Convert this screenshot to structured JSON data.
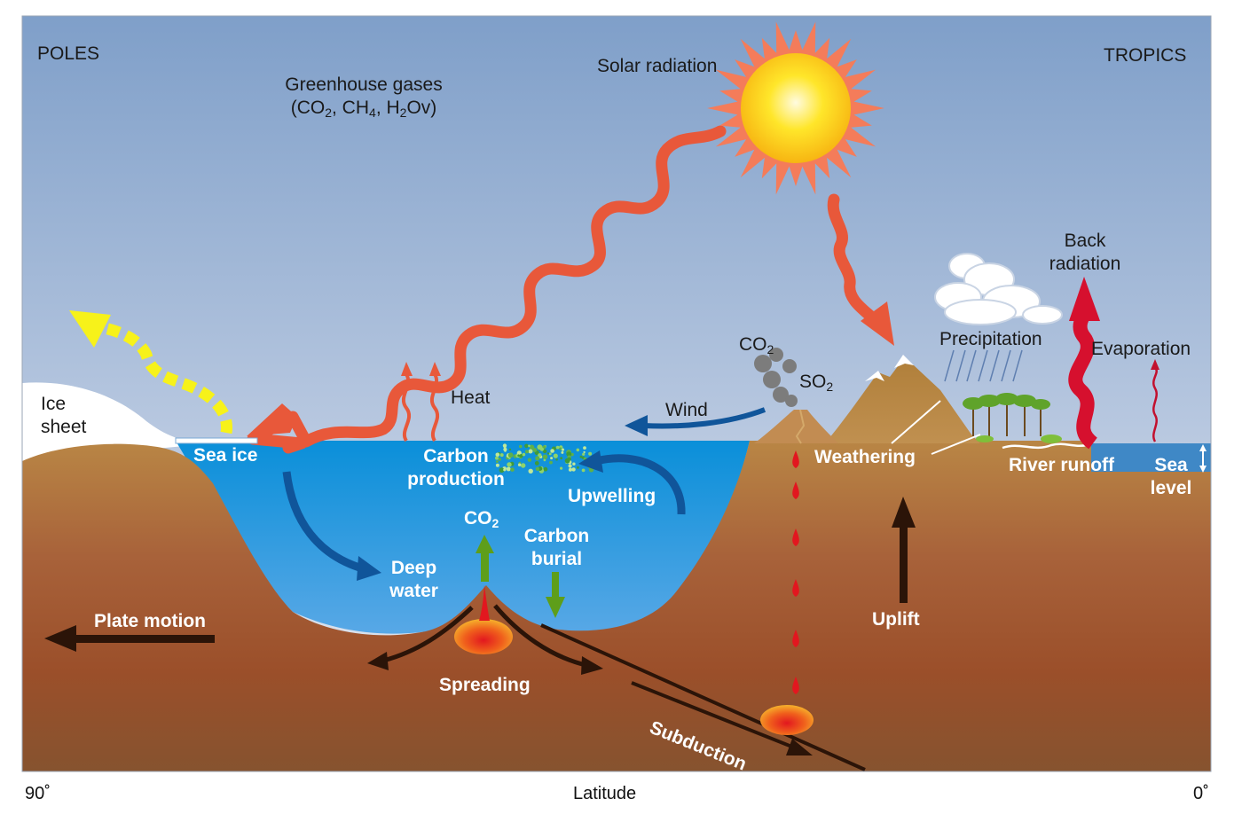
{
  "labels": {
    "poles": "POLES",
    "tropics": "TROPICS",
    "solar_radiation": "Solar radiation",
    "greenhouse_gases": "Greenhouse gases",
    "greenhouse_formula": {
      "open": "(CO",
      "s1": "2",
      "mid1": ", CH",
      "s2": "4",
      "mid2": ", H",
      "s3": "2",
      "end": "Ov)"
    },
    "ice_sheet_1": "Ice",
    "ice_sheet_2": "sheet",
    "sea_ice": "Sea ice",
    "heat": "Heat",
    "wind": "Wind",
    "volcano_co2": {
      "base": "CO",
      "sub": "2"
    },
    "volcano_so2": {
      "base": "SO",
      "sub": "2"
    },
    "precipitation": "Precipitation",
    "back_radiation_1": "Back",
    "back_radiation_2": "radiation",
    "evaporation": "Evaporation",
    "carbon_production_1": "Carbon",
    "carbon_production_2": "production",
    "upwelling": "Upwelling",
    "weathering": "Weathering",
    "river_runoff": "River runoff",
    "sea_level_1": "Sea",
    "sea_level_2": "level",
    "ridge_co2": {
      "base": "CO",
      "sub": "2"
    },
    "carbon_burial_1": "Carbon",
    "carbon_burial_2": "burial",
    "deep_water_1": "Deep",
    "deep_water_2": "water",
    "plate_motion": "Plate motion",
    "uplift": "Uplift",
    "spreading": "Spreading",
    "subduction": "Subduction"
  },
  "axis": {
    "left": "90˚",
    "center": "Latitude",
    "right": "0˚"
  },
  "colors": {
    "sky_top": "#7f9fc9",
    "sky_bottom": "#e6eaf1",
    "ocean_top": "#0a8fd9",
    "ocean_bottom": "#5aa9e6",
    "earth_top": "#b98645",
    "earth_mid": "#9b4f2a",
    "earth_bottom": "#7b4a2a",
    "solar_arrow": "#e8583a",
    "sun_core": "#ffd21a",
    "reflect_arrow": "#f7f21a",
    "ocean_arrow": "#10559a",
    "magma": "#e2171f",
    "green_arrow": "#5e9e1a",
    "plate_arrow": "#2b1408"
  }
}
